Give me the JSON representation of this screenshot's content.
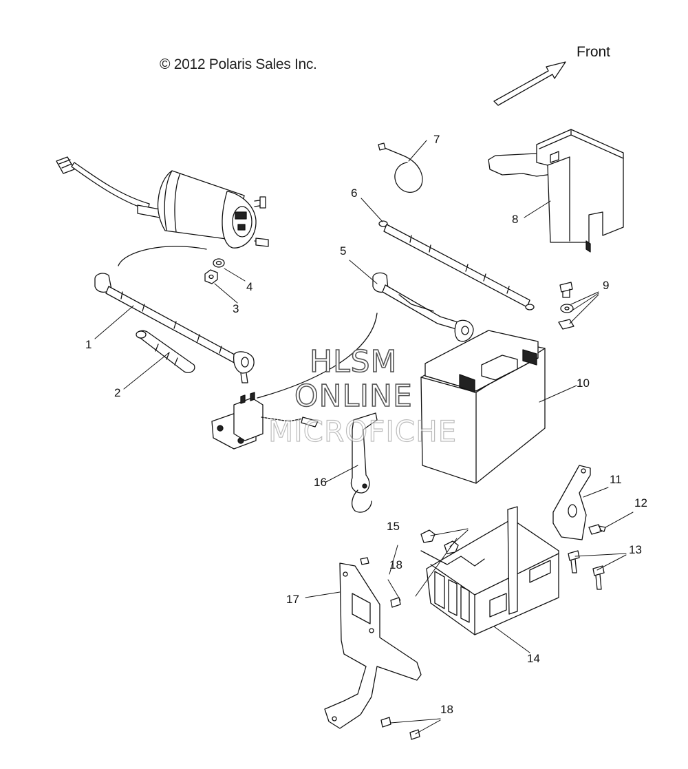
{
  "header": {
    "copyright": "© 2012 Polaris Sales Inc.",
    "direction_label": "Front"
  },
  "watermark": {
    "line1": "HLSM",
    "line2": "ONLINE",
    "line3": "MICROFICHE"
  },
  "callouts": {
    "c1": "1",
    "c2": "2",
    "c3": "3",
    "c4": "4",
    "c5": "5",
    "c6": "6",
    "c7": "7",
    "c8": "8",
    "c9": "9",
    "c10": "10",
    "c11": "11",
    "c12": "12",
    "c13": "13",
    "c14": "14",
    "c15": "15",
    "c16": "16",
    "c17": "17",
    "c18a": "18",
    "c18b": "18"
  }
}
